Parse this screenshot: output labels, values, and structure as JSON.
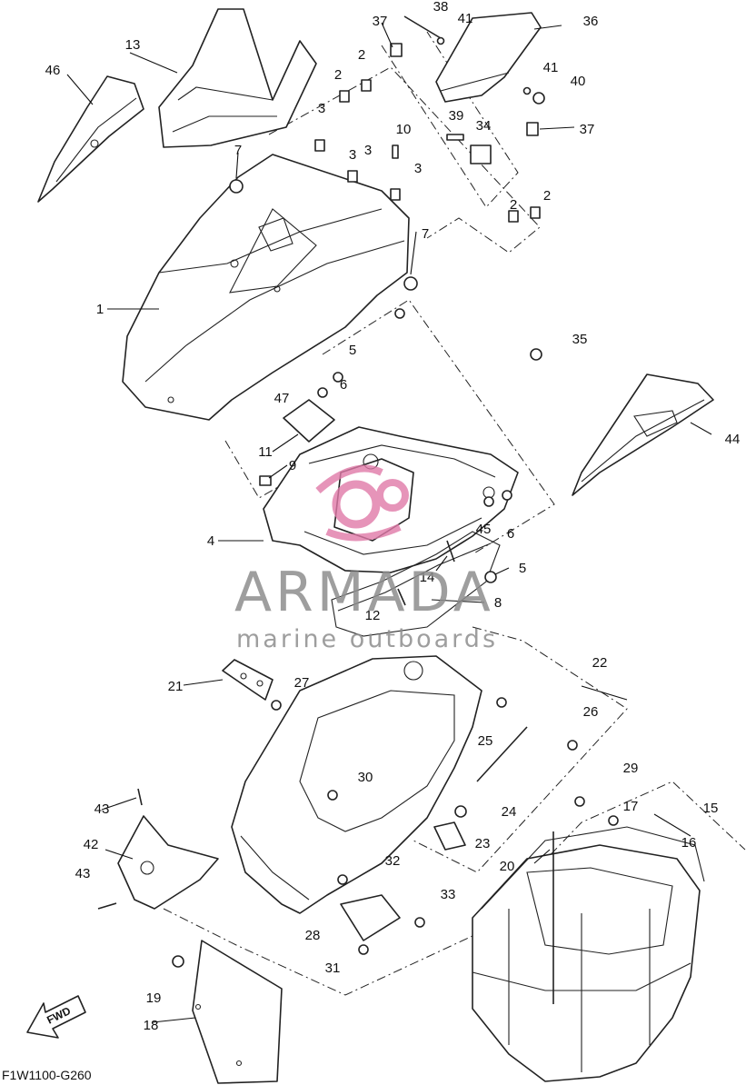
{
  "diagram": {
    "code": "F1W1100-G260",
    "fwd_label": "FWD",
    "watermark": {
      "title": "ARMADA",
      "subtitle": "marine outboards",
      "logo_color": "#e07aa8",
      "text_color": "#8e8e8e"
    },
    "callouts": [
      "1",
      "2",
      "2",
      "2",
      "2",
      "3",
      "3",
      "3",
      "3",
      "4",
      "5",
      "5",
      "6",
      "6",
      "7",
      "7",
      "8",
      "9",
      "10",
      "11",
      "12",
      "13",
      "14",
      "15",
      "16",
      "17",
      "18",
      "19",
      "20",
      "21",
      "22",
      "23",
      "24",
      "25",
      "26",
      "27",
      "28",
      "29",
      "30",
      "31",
      "32",
      "33",
      "34",
      "35",
      "36",
      "37",
      "37",
      "38",
      "39",
      "40",
      "41",
      "41",
      "42",
      "43",
      "43",
      "44",
      "45",
      "46",
      "47"
    ]
  }
}
